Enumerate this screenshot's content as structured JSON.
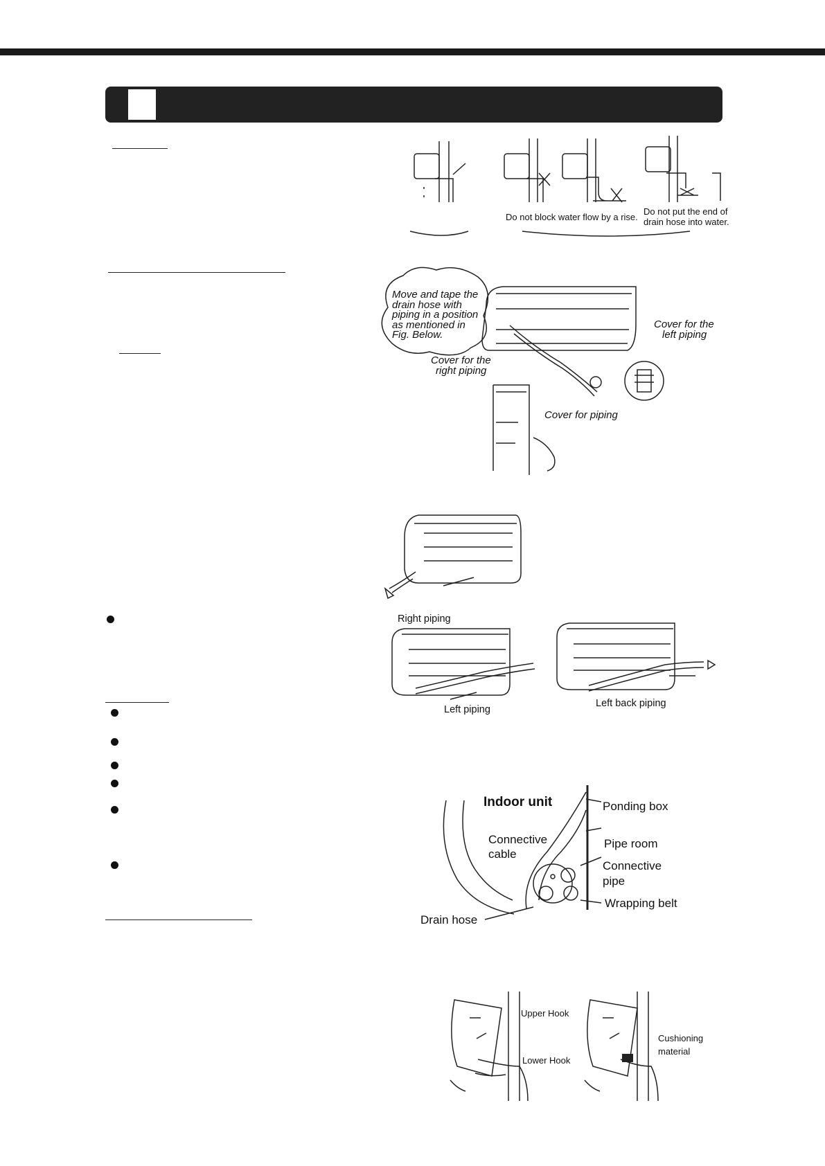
{
  "labels": {
    "no_block": "Do not block water flow by a rise.",
    "no_water_1": "Do not put the end of",
    "no_water_2": "drain hose into water.",
    "cloud_1": "Move and tape the",
    "cloud_2": "drain  hose with",
    "cloud_3": "piping in a position",
    "cloud_4": "as mentioned in",
    "cloud_5": "Fig. Below.",
    "cover_left_1": "Cover for the",
    "cover_left_2": "left piping",
    "cover_right_1": "Cover for the",
    "cover_right_2": "right piping",
    "cover_piping": "Cover for  piping",
    "right_piping": "Right piping",
    "left_piping": "Left piping",
    "left_back_piping": "Left back piping",
    "indoor_unit": "Indoor unit",
    "ponding_box": "Ponding box",
    "connective_cable_1": "Connective",
    "connective_cable_2": "cable",
    "pipe_room": "Pipe room",
    "connective_pipe_1": "Connective",
    "connective_pipe_2": "pipe",
    "wrapping_belt": "Wrapping belt",
    "drain_hose": "Drain hose",
    "upper_hook": "Upper Hook",
    "lower_hook": "Lower Hook",
    "cushioning_1": "Cushioning",
    "cushioning_2": "material"
  }
}
